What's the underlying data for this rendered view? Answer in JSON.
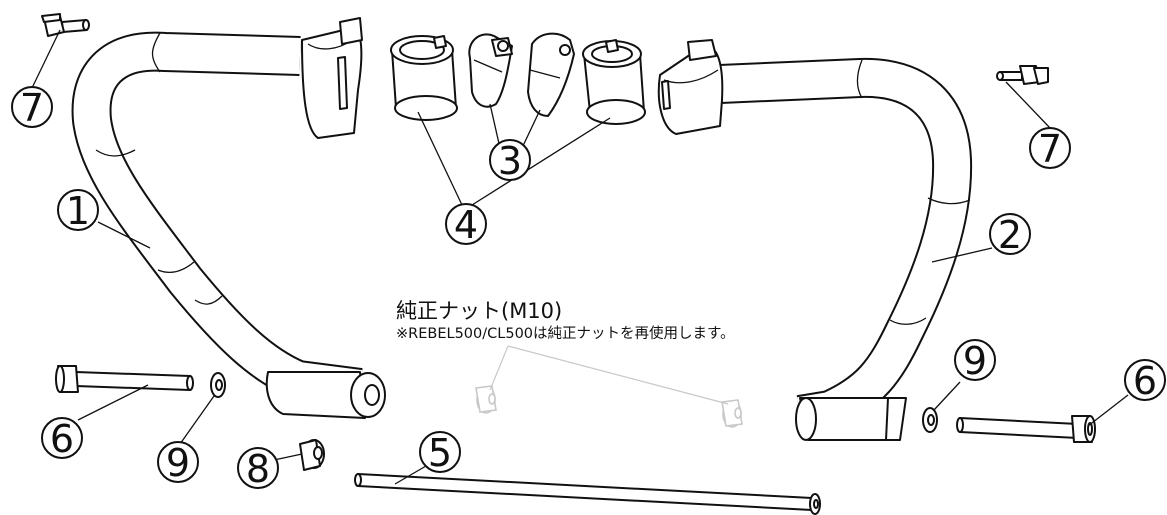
{
  "callouts": {
    "c1": "1",
    "c2": "2",
    "c3": "3",
    "c4": "4",
    "c5": "5",
    "c6_left": "6",
    "c6_right": "6",
    "c7_left": "7",
    "c7_right": "7",
    "c8": "8",
    "c9_left": "9",
    "c9_right": "9"
  },
  "note": {
    "title": "純正ナット(M10)",
    "subtitle": "※REBEL500/CL500は純正ナットを再使用します。"
  }
}
